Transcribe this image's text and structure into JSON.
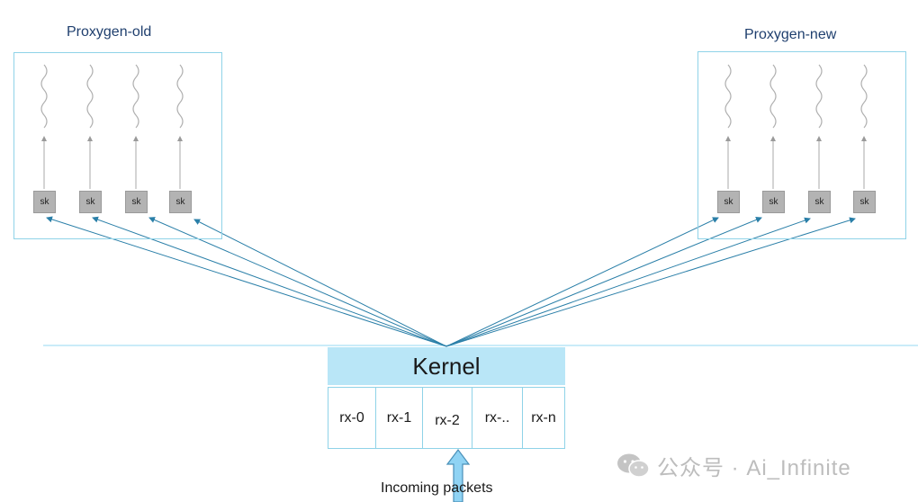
{
  "groups": {
    "old": {
      "title": "Proxygen-old",
      "sockets": [
        "sk",
        "sk",
        "sk",
        "sk"
      ]
    },
    "new": {
      "title": "Proxygen-new",
      "sockets": [
        "sk",
        "sk",
        "sk",
        "sk"
      ]
    }
  },
  "kernel": {
    "label": "Kernel",
    "rx_queues": [
      "rx-0",
      "rx-1",
      "rx-2",
      "rx-..",
      "rx-n"
    ]
  },
  "incoming": {
    "label": "Incoming packets"
  },
  "watermark": {
    "text": "公众号 · Ai_Infinite"
  },
  "colors": {
    "frame": "#8fd3e8",
    "kernel_fill": "#b9e6f7",
    "fanout_line": "#2a7fa8",
    "socket": "#b3b3b3",
    "arrow_fill": "#8fd3f4"
  }
}
